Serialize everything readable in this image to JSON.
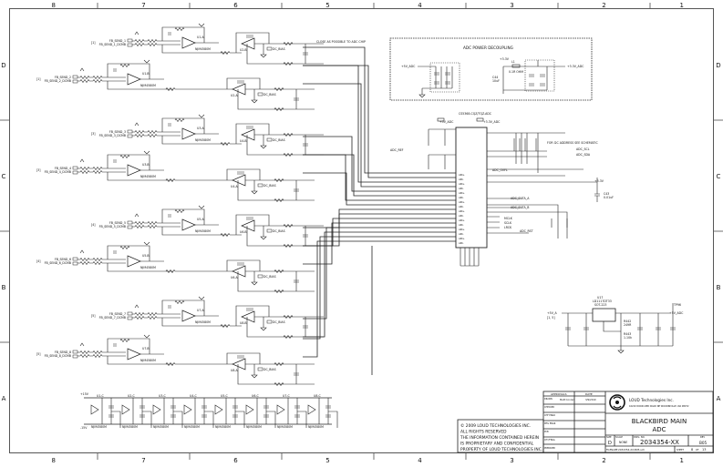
{
  "sheet": {
    "columns": [
      "8",
      "7",
      "6",
      "5",
      "4",
      "3",
      "2",
      "1"
    ],
    "rows": [
      "D",
      "C",
      "B",
      "A"
    ]
  },
  "adc_decoupling": {
    "title": "ADC POWER DECOUPLING",
    "left_net": "+5V_ADC",
    "right_in": "+3.3V",
    "right_out": "+3.3V_ADC",
    "inductor": "L1",
    "inductor_value": "0.1R OHM",
    "cap": "C44",
    "cap_value": "10uF"
  },
  "adc_chip": {
    "title": "CS5368-CQZ/TQZ-ADC",
    "net_5v": "+5V_ADC",
    "net_33v": "+3.3V_ADC",
    "vref_net": "ADC_REF",
    "i2c_note": "FOR I2C ADDRESS SEE SCHEMATIC",
    "sig_scl": "ADC_SCL",
    "sig_sda": "ADC_SDA",
    "sig_data_a": "ADC_DATA_A",
    "sig_data_b": "ADC_DATA_B",
    "sig_mclk": "MCLK",
    "sig_sclk": "SCLK",
    "sig_lrck": "LRCK",
    "sig_rst": "ADC_RST",
    "ovfl": "ADC_OVFL",
    "supply": "+3.3V",
    "supply_cap": "C43",
    "supply_cap_value": "0.01uF",
    "page_ref": "[1]"
  },
  "channels": [
    {
      "pos": "FB_SEND_1",
      "neg": "FB_SEND_1_DCMB",
      "ref": "[1]",
      "buf": "U1-A",
      "diff": "U2-B",
      "out": "DC_BIAS"
    },
    {
      "pos": "FB_SEND_2",
      "neg": "FB_SEND_2_DCMB",
      "ref": "[1]",
      "buf": "U1-B",
      "diff": "U2-A",
      "out": "DC_BIAS"
    },
    {
      "pos": "FB_SEND_3",
      "neg": "FB_SEND_3_DCMB",
      "ref": "[3]",
      "buf": "U3-A",
      "diff": "U4-B",
      "out": "DC_BIAS"
    },
    {
      "pos": "FB_SEND_4",
      "neg": "FB_SEND_4_DCMB",
      "ref": "[3]",
      "buf": "U3-B",
      "diff": "U4-A",
      "out": "DC_BIAS"
    },
    {
      "pos": "FB_SEND_5",
      "neg": "FB_SEND_5_DCMB",
      "ref": "[4]",
      "buf": "U5-A",
      "diff": "U6-B",
      "out": "DC_BIAS"
    },
    {
      "pos": "FB_SEND_6",
      "neg": "FB_SEND_6_DCMB",
      "ref": "[4]",
      "buf": "U5-B",
      "diff": "U6-A",
      "out": "DC_BIAS"
    },
    {
      "pos": "FB_SEND_7",
      "neg": "FB_SEND_7_DCMB",
      "ref": "[5]",
      "buf": "U7-A",
      "diff": "U8-B",
      "out": "DC_BIAS"
    },
    {
      "pos": "FB_SEND_8",
      "neg": "FB_SEND_8_DCMB",
      "ref": "[5]",
      "buf": "U7-B",
      "diff": "U8-A",
      "out": "DC_BIAS"
    }
  ],
  "opamp_part": "NJM4580M",
  "bias_note": "CLOSE AS POSSIBLE TO ADC CHIP",
  "regulator": {
    "ref": "U17",
    "part": "LD1117DT33",
    "pkg": "SOT-223",
    "in_net": "+5V_A",
    "in_ref": "[1, 5]",
    "out_net": "+5V_ADC",
    "testpoint": "TP96",
    "r1": "R442",
    "r1_value": "249R",
    "r2": "R443",
    "r2_value": "1.10k"
  },
  "decoupling_row": {
    "pos_rail": "+15V",
    "neg_rail": "-15V",
    "groups": [
      "U1-C",
      "U2-C",
      "U3-C",
      "U4-C",
      "U5-C",
      "U6-C",
      "U7-C",
      "U8-C"
    ]
  },
  "title_block": {
    "copyright_lines": [
      "© 2009 LOUD TECHNOLOGIES INC.",
      "ALL RIGHTS RESERVED",
      "THE INFORMATION CONTAINED HEREIN",
      "IS PROPRIETARY AND CONFIDENTIAL",
      "PROPERTY OF LOUD TECHNOLOGIES INC."
    ],
    "approvals_header": "APPROVALS",
    "date_header": "DATE",
    "approval_rows": [
      {
        "label": "DRAWN",
        "name": "Matt Conrad",
        "date": "3/9/2010"
      },
      {
        "label": "CHECKED",
        "name": "",
        "date": ""
      },
      {
        "label": "CHF ENGR",
        "name": "",
        "date": ""
      },
      {
        "label": "MFG ENGR",
        "name": "",
        "date": ""
      },
      {
        "label": "PCB",
        "name": "",
        "date": ""
      },
      {
        "label": "QTY/FINAL",
        "name": "",
        "date": ""
      },
      {
        "label": "PREPARED",
        "name": "",
        "date": ""
      }
    ],
    "company": "LOUD Technologies Inc.",
    "address": "16220 WOOD-RED ROAD NE WOODINVILLE, WA 98072",
    "title_line1": "BLACKBIRD MAIN",
    "title_line2": "ADC",
    "size_label": "SIZE",
    "size": "D",
    "scale_label": "SCALE",
    "scale": "NONE",
    "dwg_label": "DWG. NO.",
    "dwg_no": "2034354-XX",
    "rev_label": "REV",
    "rev": "B05",
    "filename_label": "FILENAME",
    "filename": "2034354-XX-B05.sch",
    "sheet_label": "SHEET",
    "sheet_no": "8",
    "sheet_of": "OF",
    "sheet_total": "13"
  }
}
